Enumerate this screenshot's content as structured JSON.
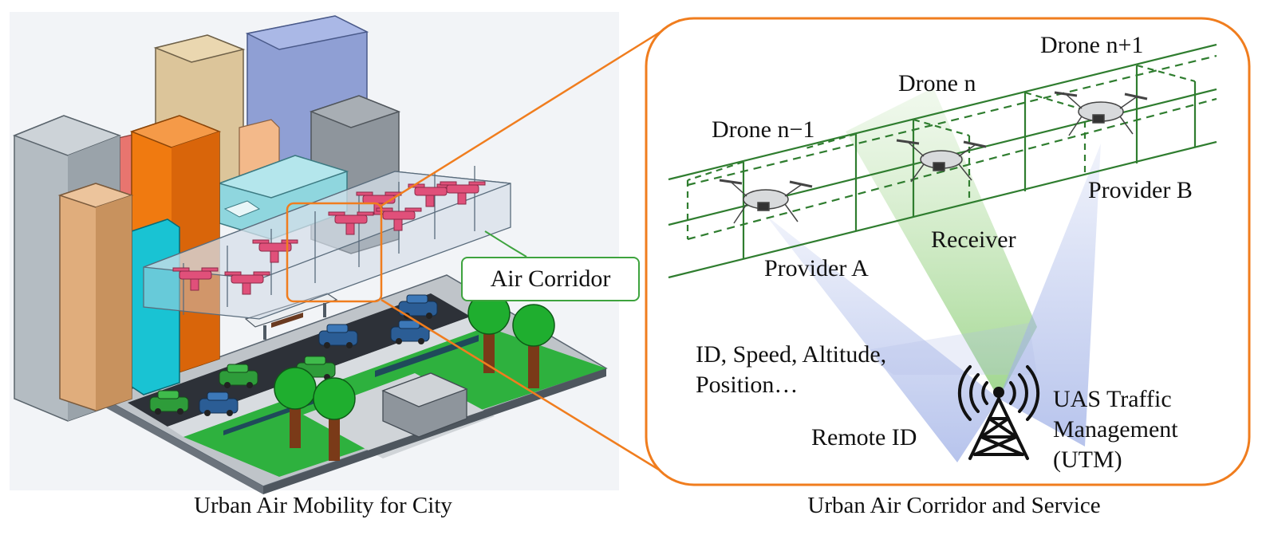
{
  "captions": {
    "left": "Urban Air Mobility for City",
    "right": "Urban Air Corridor and Service"
  },
  "city": {
    "callout": "Air Corridor"
  },
  "corridor": {
    "drones": [
      "Drone n−1",
      "Drone n",
      "Drone n+1"
    ],
    "providers": [
      "Provider A",
      "Provider B"
    ],
    "receiver": "Receiver",
    "broadcast_info": "ID, Speed, Altitude,\nPosition…",
    "remote_id": "Remote ID",
    "utm": "UAS Traffic\nManagement\n(UTM)"
  },
  "colors": {
    "frame_orange": "#f07d1e",
    "corridor_green": "#2f7d2f",
    "callout_green": "#3ea33e",
    "drone_pink": "#e0507a",
    "signal_blue": "#aebde8",
    "signal_green": "#bfe0b0"
  }
}
